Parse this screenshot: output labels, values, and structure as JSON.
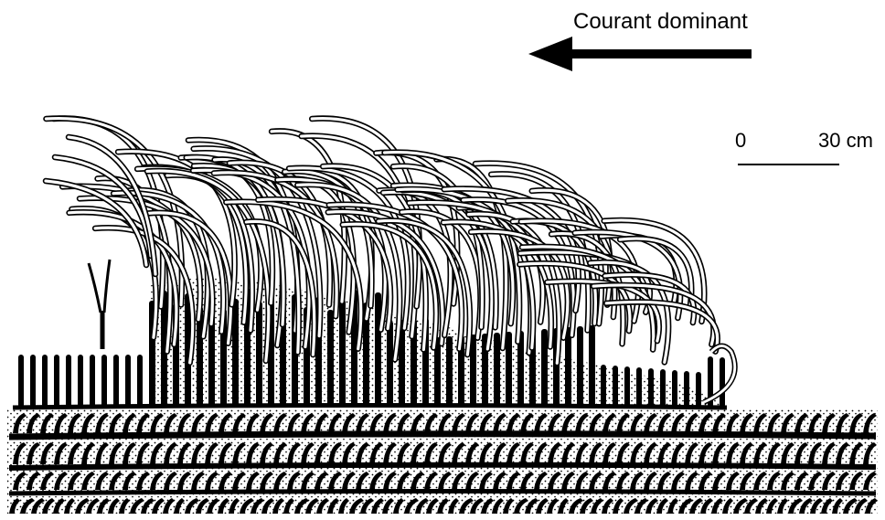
{
  "figure": {
    "current_label": "Courant dominant",
    "scale": {
      "zero_label": "0",
      "max_label": "30 cm"
    }
  },
  "colors": {
    "ink": "#000000",
    "paper": "#ffffff",
    "sand": "#000000"
  }
}
